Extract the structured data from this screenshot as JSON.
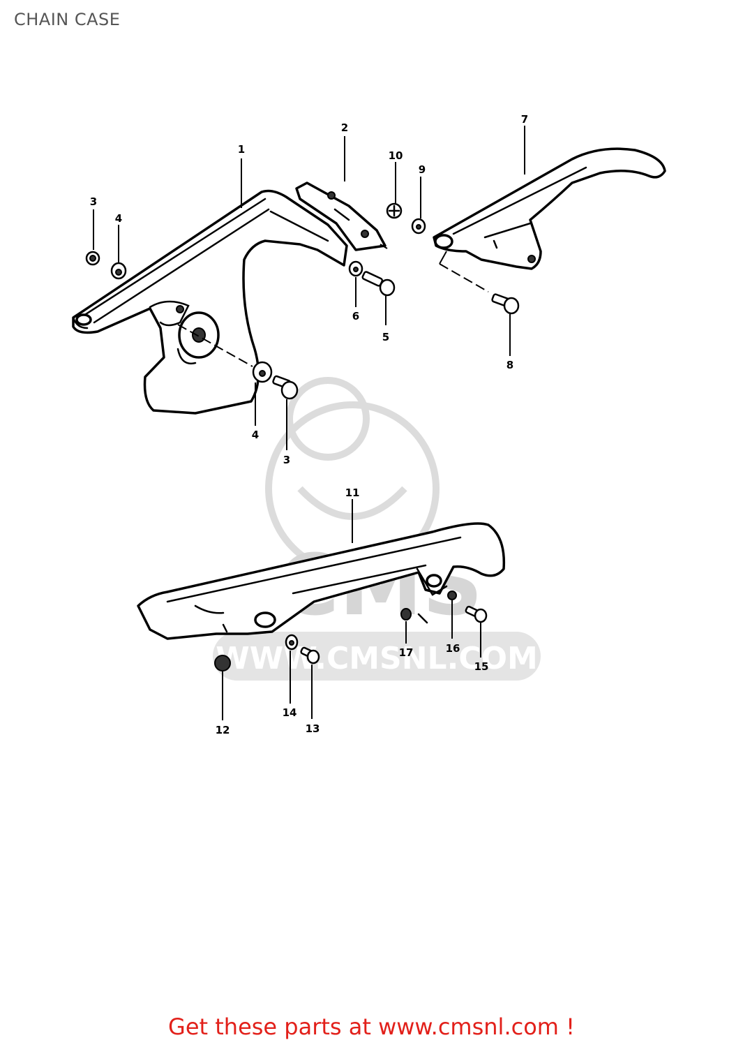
{
  "title": "CHAIN CASE",
  "watermark": {
    "brand": "CMS",
    "site": "WWW.CMSNL.COM"
  },
  "footer": "Get these parts at www.cmsnl.com !",
  "callouts": [
    "1",
    "2",
    "3",
    "3",
    "4",
    "4",
    "5",
    "6",
    "7",
    "8",
    "9",
    "10",
    "11",
    "12",
    "13",
    "14",
    "15",
    "16",
    "17"
  ],
  "colors": {
    "footer_text": "#e2201a",
    "title_text": "#555555",
    "line": "#000000",
    "watermark": "#dcdcdc"
  }
}
